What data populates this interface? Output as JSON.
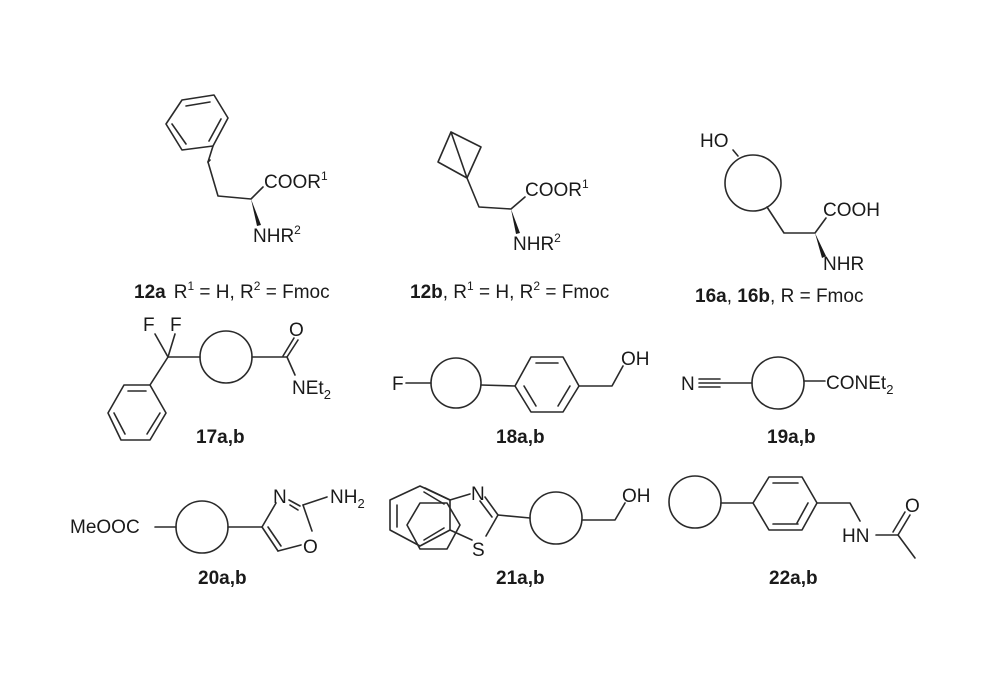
{
  "figure": {
    "compounds": [
      {
        "id": "12a",
        "caption": {
          "id": "12a",
          "rest": "R",
          "sup1": "1",
          "mid": " = H, R",
          "sup2": "2",
          "end": " = Fmoc"
        },
        "atoms": {
          "acid": "COOR",
          "acid_sup": "1",
          "amine": "NHR",
          "amine_sup": "2"
        },
        "ring": "phenyl"
      },
      {
        "id": "12b",
        "caption": {
          "id": "12b",
          "rest": ", R",
          "sup1": "1",
          "mid": " = H, R",
          "sup2": "2",
          "end": " = Fmoc"
        },
        "atoms": {
          "acid": "COOR",
          "acid_sup": "1",
          "amine": "NHR",
          "amine_sup": "2"
        },
        "ring": "bicyclo[1.1.1]pentane"
      },
      {
        "id": "16a,16b",
        "caption": {
          "id1": "16a",
          "sep": ", ",
          "id2": "16b",
          "end": ", R = Fmoc"
        },
        "atoms": {
          "hydroxy": "HO",
          "acid": "COOH",
          "amine": "NHR"
        },
        "ring": "generic-circle"
      },
      {
        "id": "17a,b",
        "caption": "17a,b",
        "atoms": {
          "f1": "F",
          "f2": "F",
          "o": "O",
          "amide": "NEt",
          "amide_sub": "2"
        }
      },
      {
        "id": "18a,b",
        "caption": "18a,b",
        "atoms": {
          "f": "F",
          "oh": "OH"
        }
      },
      {
        "id": "19a,b",
        "caption": "19a,b",
        "atoms": {
          "n": "N",
          "amide": "CONEt",
          "amide_sub": "2"
        }
      },
      {
        "id": "20a,b",
        "caption": "20a,b",
        "atoms": {
          "ester": "MeOOC",
          "n": "N",
          "o": "O",
          "nh2": "NH",
          "nh2_sub": "2"
        }
      },
      {
        "id": "21a,b",
        "caption": "21a,b",
        "atoms": {
          "n": "N",
          "s": "S",
          "oh": "OH"
        }
      },
      {
        "id": "22a,b",
        "caption": "22a,b",
        "atoms": {
          "hn": "HN",
          "o": "O"
        }
      }
    ],
    "icons": {
      "generic-ring": "circle",
      "benzene": "hexagon"
    }
  }
}
